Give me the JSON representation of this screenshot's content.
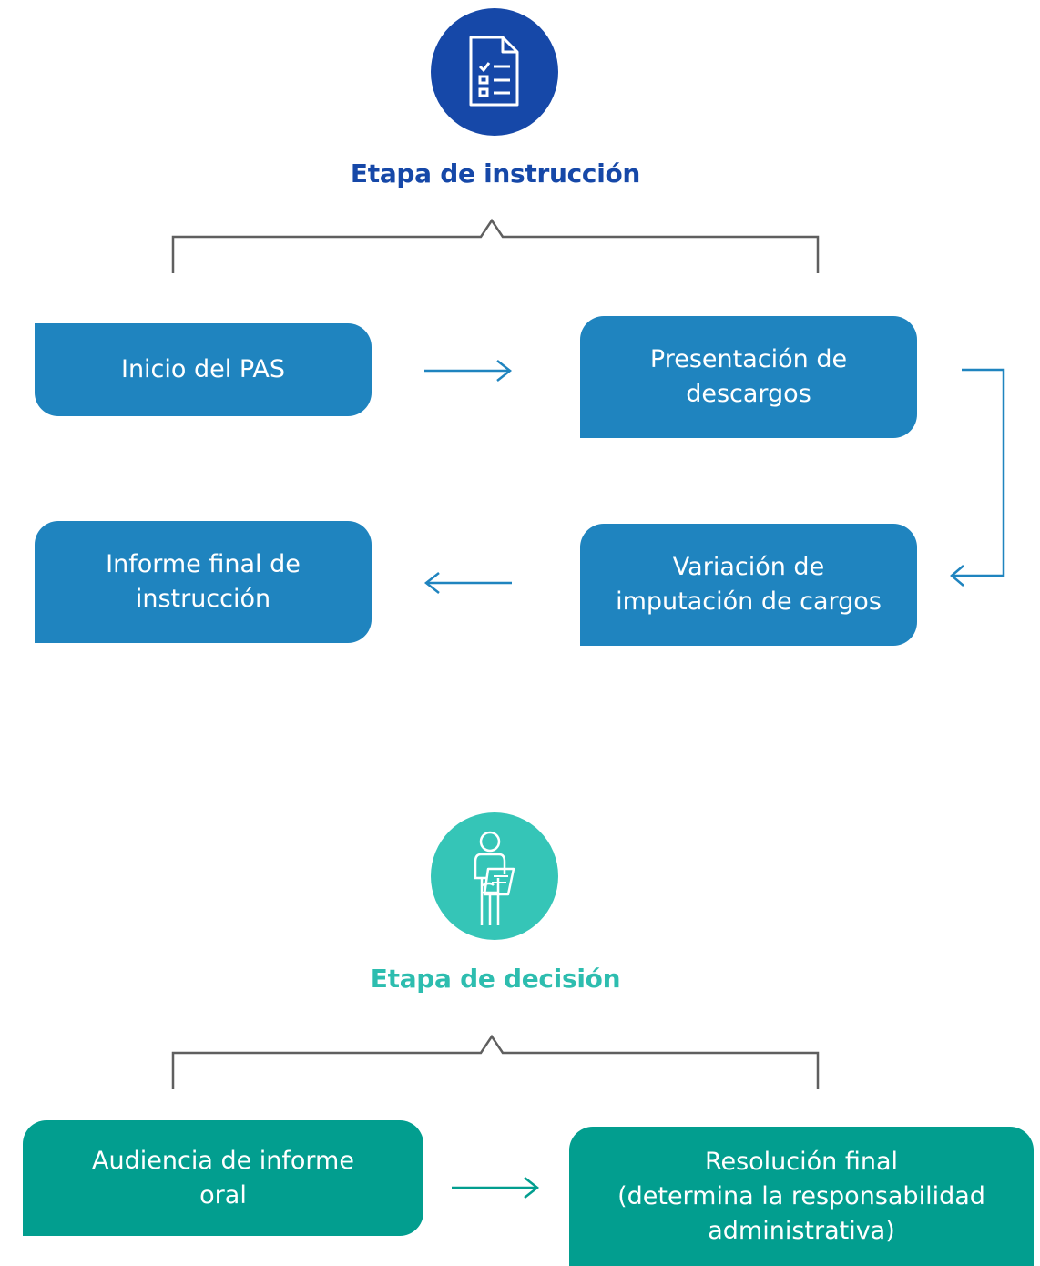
{
  "colors": {
    "instruction_accent": "#1648a8",
    "instruction_box": "#1f84bf",
    "decision_icon": "#35c5b7",
    "decision_title": "#2dbdaf",
    "decision_box": "#029e8f",
    "bracket": "#5f5f5f"
  },
  "instruction": {
    "icon": "checklist-document-icon",
    "title": "Etapa de instrucción",
    "boxes": {
      "inicio": "Inicio del PAS",
      "presentacion": "Presentación de\ndescargos",
      "informe": "Informe final de\ninstrucción",
      "variacion": "Variación de\nimputación de cargos"
    }
  },
  "decision": {
    "icon": "person-with-clipboard-icon",
    "title": "Etapa de decisión",
    "boxes": {
      "audiencia": "Audiencia de informe\noral",
      "resolucion": "Resolución final\n(determina la responsabilidad\nadministrativa)"
    }
  }
}
